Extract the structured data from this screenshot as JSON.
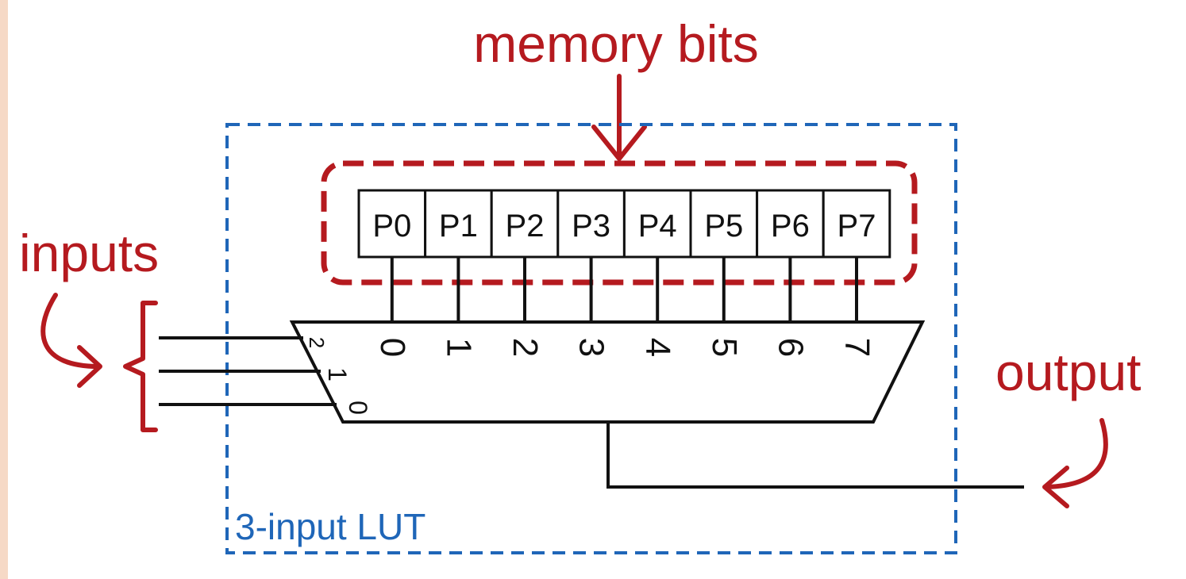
{
  "labels": {
    "memory_bits": "memory bits",
    "inputs": "inputs",
    "output": "output",
    "lut": "3-input LUT"
  },
  "memory_cells": [
    "P0",
    "P1",
    "P2",
    "P3",
    "P4",
    "P5",
    "P6",
    "P7"
  ],
  "mux_data_inputs": [
    "0",
    "1",
    "2",
    "3",
    "4",
    "5",
    "6",
    "7"
  ],
  "mux_select_inputs": [
    "2",
    "1",
    "0"
  ],
  "colors": {
    "annotation": "#b51a1f",
    "lut_boundary": "#1f66b8",
    "wire": "#111111",
    "background": "#ffffff"
  }
}
